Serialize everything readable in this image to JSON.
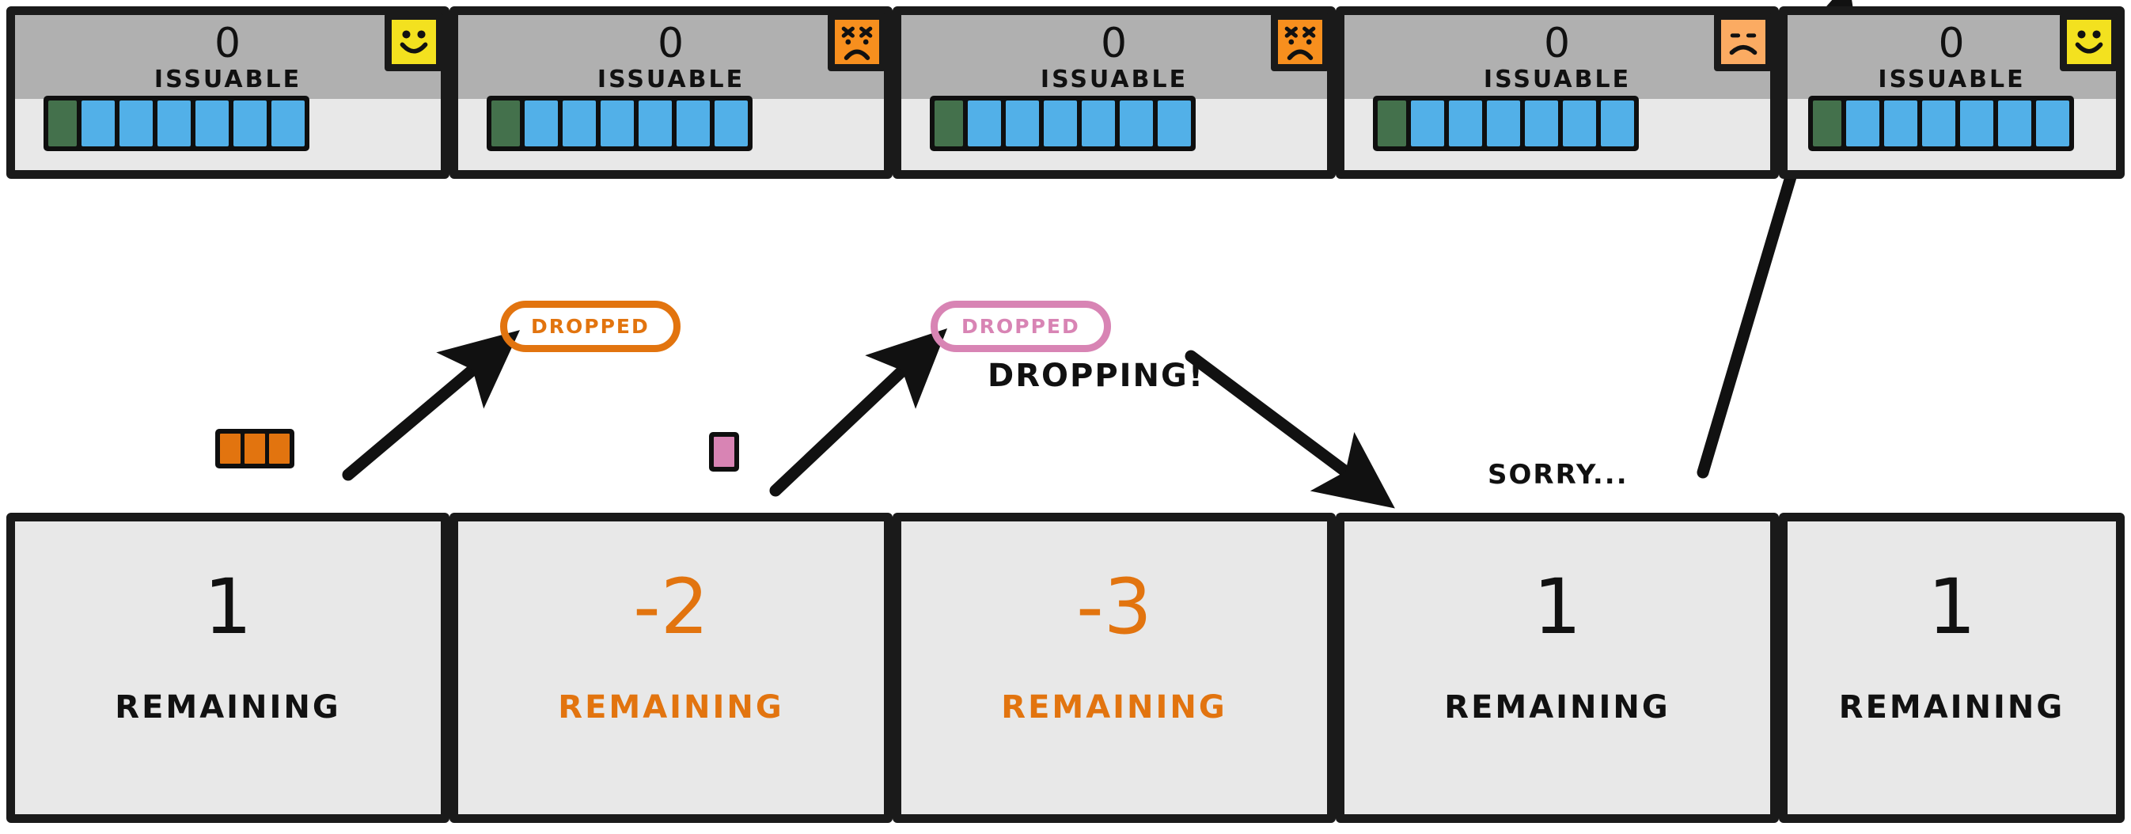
{
  "diagram": {
    "title": "Issuable / Remaining dropping flow",
    "colors": {
      "orange": "#e2740f",
      "pink": "#d884b4",
      "blue": "#52b0e8",
      "green": "#44714c",
      "yellow": "#f3e11f",
      "peach": "#fbab62",
      "ink": "#111111",
      "card_body": "#e8e8e8",
      "card_header": "#b0b0b0"
    }
  },
  "top_cards": [
    {
      "count": "0",
      "label": "ISSUABLE",
      "emoji": "smiley-face-icon",
      "emoji_color": "#f3e11f",
      "emoji_mood": "happy",
      "blocks": {
        "green": 1,
        "blue": 6
      }
    },
    {
      "count": "0",
      "label": "ISSUABLE",
      "emoji": "angry-face-icon",
      "emoji_color": "#f78f1e",
      "emoji_mood": "angry",
      "blocks": {
        "green": 1,
        "blue": 6
      }
    },
    {
      "count": "0",
      "label": "ISSUABLE",
      "emoji": "angry-face-icon",
      "emoji_color": "#f78f1e",
      "emoji_mood": "angry",
      "blocks": {
        "green": 1,
        "blue": 6
      }
    },
    {
      "count": "0",
      "label": "ISSUABLE",
      "emoji": "sad-face-icon",
      "emoji_color": "#fbab62",
      "emoji_mood": "sad",
      "blocks": {
        "green": 1,
        "blue": 6
      }
    },
    {
      "count": "0",
      "label": "ISSUABLE",
      "emoji": "smiley-face-icon",
      "emoji_color": "#f3e11f",
      "emoji_mood": "happy",
      "blocks": {
        "green": 1,
        "blue": 6
      }
    }
  ],
  "bottom_cards": [
    {
      "number": "1",
      "label": "REMAINING",
      "negative": false
    },
    {
      "number": "-2",
      "label": "REMAINING",
      "negative": true
    },
    {
      "number": "-3",
      "label": "REMAINING",
      "negative": true
    },
    {
      "number": "1",
      "label": "REMAINING",
      "negative": false
    },
    {
      "number": "1",
      "label": "REMAINING",
      "negative": false
    }
  ],
  "badges": [
    {
      "text": "DROPPED",
      "color": "#e2740f",
      "variant": "orange"
    },
    {
      "text": "DROPPED",
      "color": "#d884b4",
      "variant": "pink"
    }
  ],
  "annotations": [
    {
      "text": "DROPPING!"
    },
    {
      "text": "SORRY..."
    }
  ],
  "mini_groups": [
    {
      "color": "#e2740f",
      "count": 3,
      "name": "orange-blocks"
    },
    {
      "color": "#d884b4",
      "count": 1,
      "name": "pink-block"
    }
  ]
}
